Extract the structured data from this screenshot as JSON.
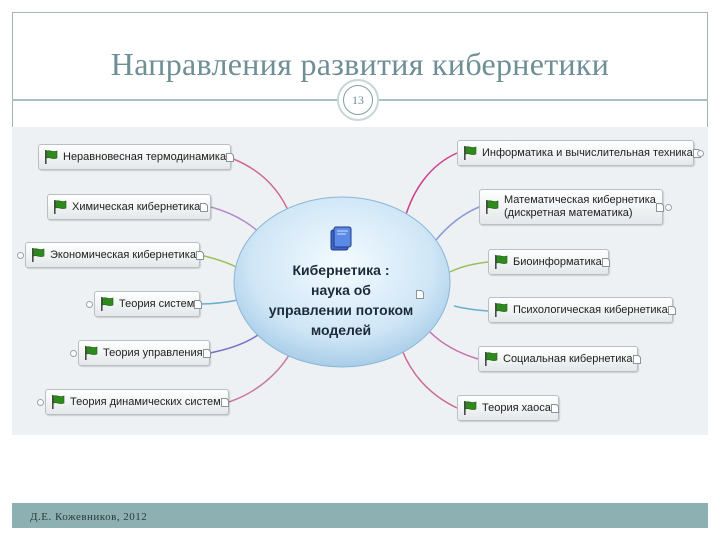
{
  "slide": {
    "title": "Направления развития кибернетики",
    "page_number": "13",
    "footer": "Д.Е. Кожевников, 2012"
  },
  "mindmap": {
    "center": [
      "Кибернетика :",
      "наука об",
      "управлении потоком",
      "моделей"
    ],
    "left": [
      {
        "label": "Неравновесная термодинамика"
      },
      {
        "label": "Химическая кибернетика"
      },
      {
        "label": "Экономическая кибернетика"
      },
      {
        "label": "Теория систем"
      },
      {
        "label": "Теория управления"
      },
      {
        "label": "Теория динамических систем"
      }
    ],
    "right": [
      {
        "label": "Информатика и вычислительная техника"
      },
      {
        "label": "Математическая кибернетика",
        "label2": "(дискретная математика)"
      },
      {
        "label": "Биоинформатика"
      },
      {
        "label": "Психологическая кибернетика"
      },
      {
        "label": "Социальная кибернетика"
      },
      {
        "label": "Теория хаоса"
      }
    ]
  },
  "colors": {
    "title": "#6d8f95",
    "footer_bar": "#8db0b3",
    "flag": "#2f8a1e",
    "center_fill": "#cfe6f6"
  },
  "icons": [
    "flag-icon",
    "note-icon",
    "book-icon",
    "expand-ring-icon"
  ]
}
